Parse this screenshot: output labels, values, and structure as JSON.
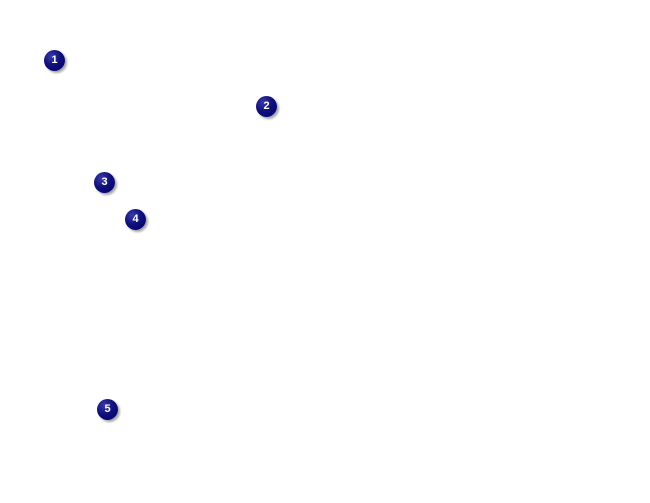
{
  "callouts": [
    {
      "label": "1"
    },
    {
      "label": "2"
    },
    {
      "label": "3"
    },
    {
      "label": "4"
    },
    {
      "label": "5"
    }
  ],
  "colors": {
    "callout_fill": "#000080",
    "callout_text": "#ffffff",
    "background": "#ffffff"
  }
}
